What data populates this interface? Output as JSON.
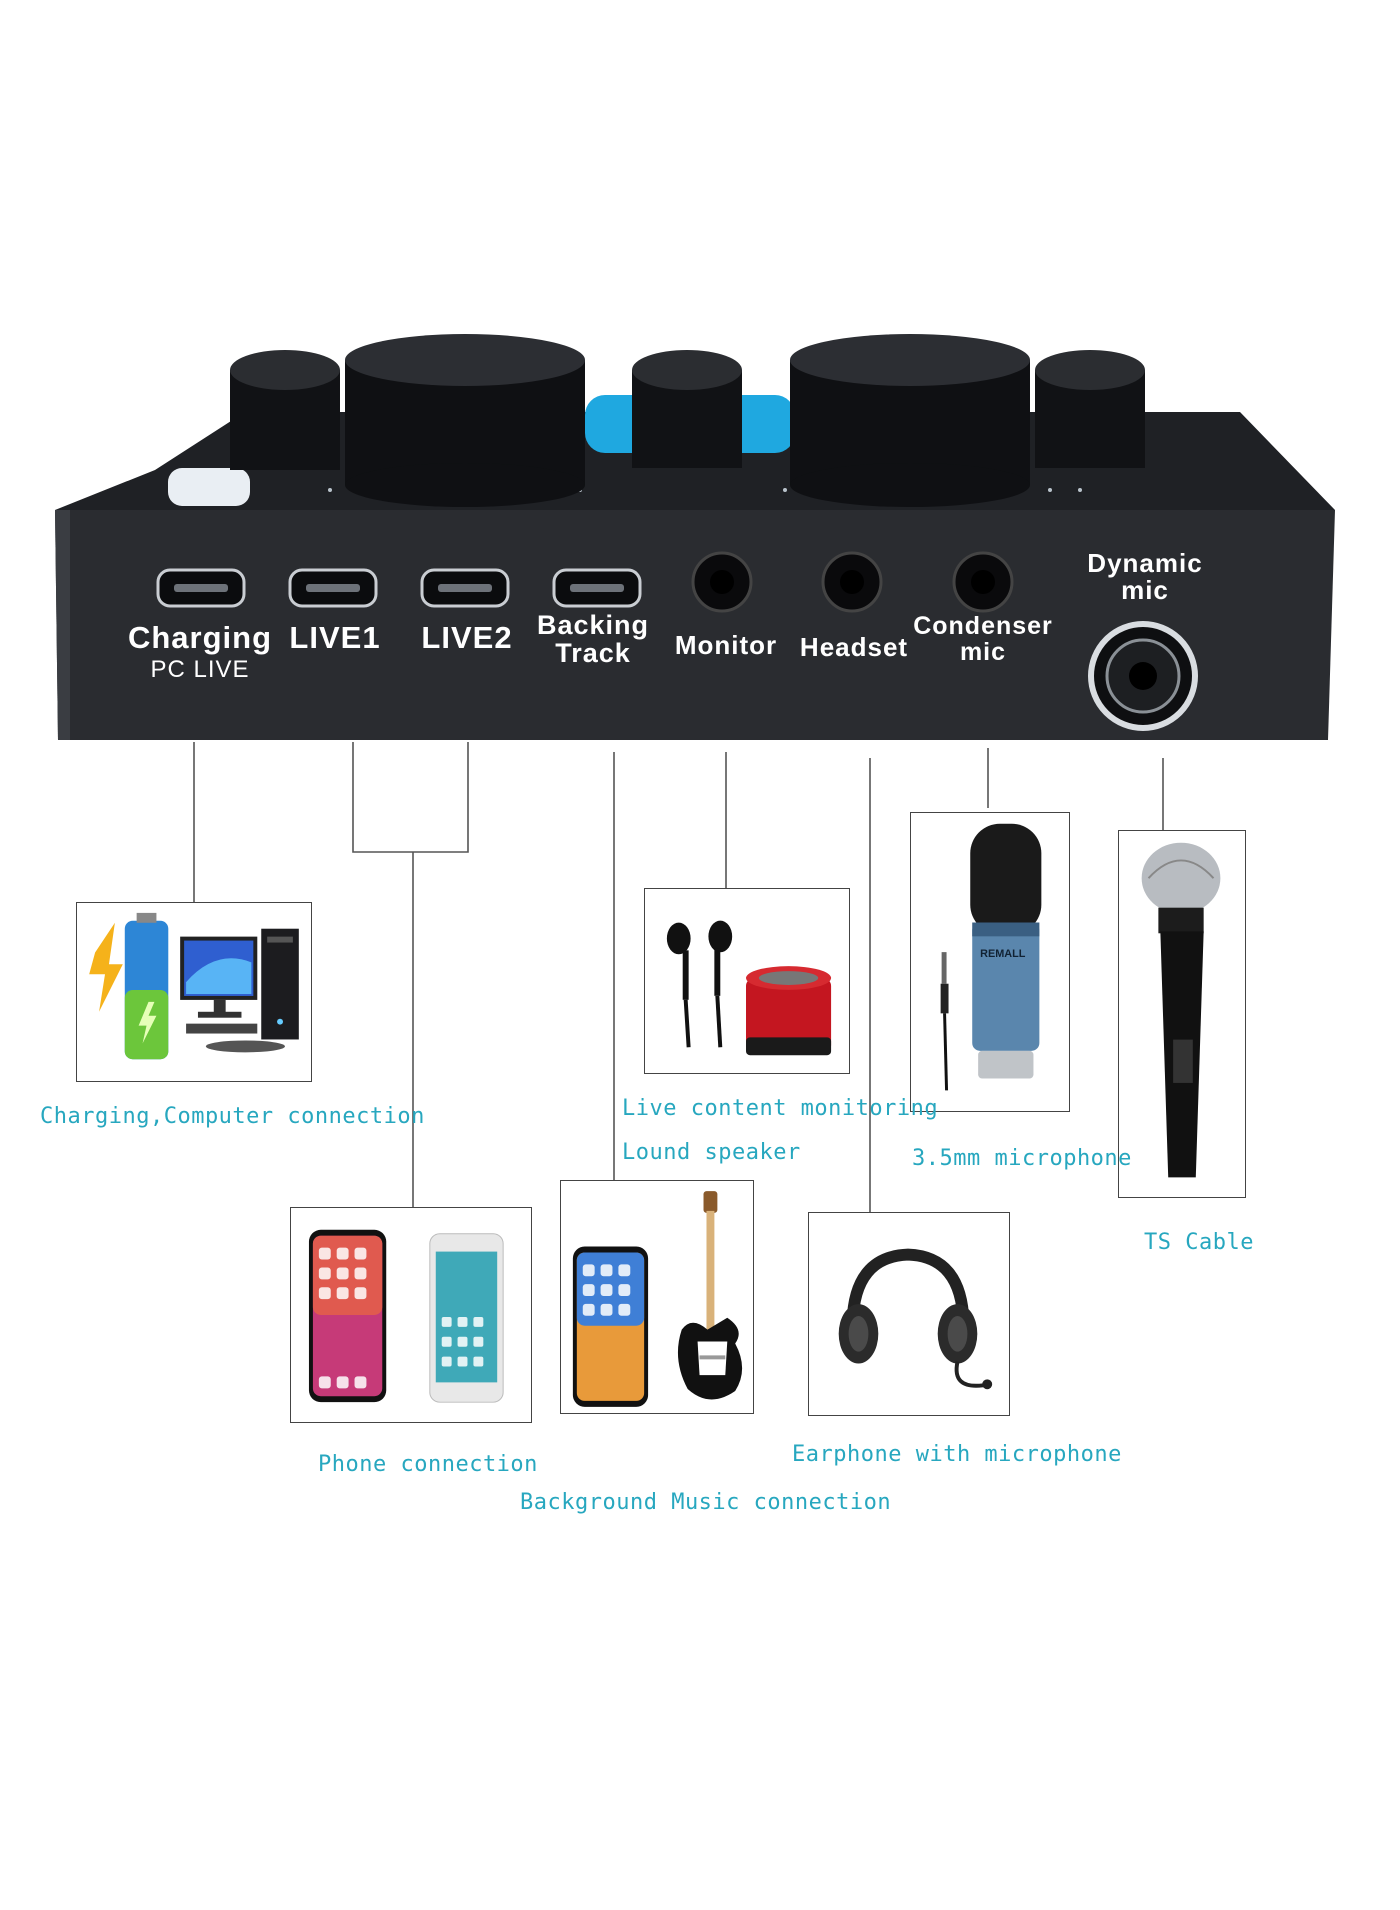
{
  "device": {
    "ports": [
      {
        "id": "charging",
        "label": "Charging",
        "sublabel": "PC LIVE"
      },
      {
        "id": "live1",
        "label": "LIVE1",
        "sublabel": ""
      },
      {
        "id": "live2",
        "label": "LIVE2",
        "sublabel": ""
      },
      {
        "id": "backing",
        "label": "Backing\nTrack",
        "sublabel": ""
      },
      {
        "id": "monitor",
        "label": "Monitor",
        "sublabel": ""
      },
      {
        "id": "headset",
        "label": "Headset",
        "sublabel": ""
      },
      {
        "id": "condenser",
        "label": "Condenser\nmic",
        "sublabel": ""
      },
      {
        "id": "dynamic",
        "label": "Dynamic\nmic",
        "sublabel": ""
      }
    ]
  },
  "captions": {
    "charging_computer": "Charging,Computer connection",
    "live_monitoring": "Live content monitoring",
    "loud_speaker": "Lound speaker",
    "mic_35mm": "3.5mm microphone",
    "ts_cable": "TS Cable",
    "phone_connection": "Phone connection",
    "background_music": "Background Music connection",
    "earphone_mic": "Earphone with microphone"
  },
  "colors": {
    "caption_text": "#27a7bf",
    "device_body": "#2a2c30",
    "accent_blue": "#1fa8e0",
    "port_label": "#ffffff"
  },
  "illustrations": {
    "charging_computer": [
      "battery-icon",
      "lightning-icon",
      "computer-monitor-icon",
      "pc-tower-icon"
    ],
    "monitoring": [
      "earphones-icon",
      "speaker-icon"
    ],
    "condenser_mic": [
      "condenser-microphone-icon",
      "audio-jack-icon"
    ],
    "dynamic_mic": [
      "handheld-microphone-icon"
    ],
    "phone": [
      "smartphone-icon",
      "smartphone-icon"
    ],
    "background_music": [
      "smartphone-icon",
      "electric-guitar-icon"
    ],
    "earphone": [
      "headset-with-mic-icon"
    ]
  }
}
